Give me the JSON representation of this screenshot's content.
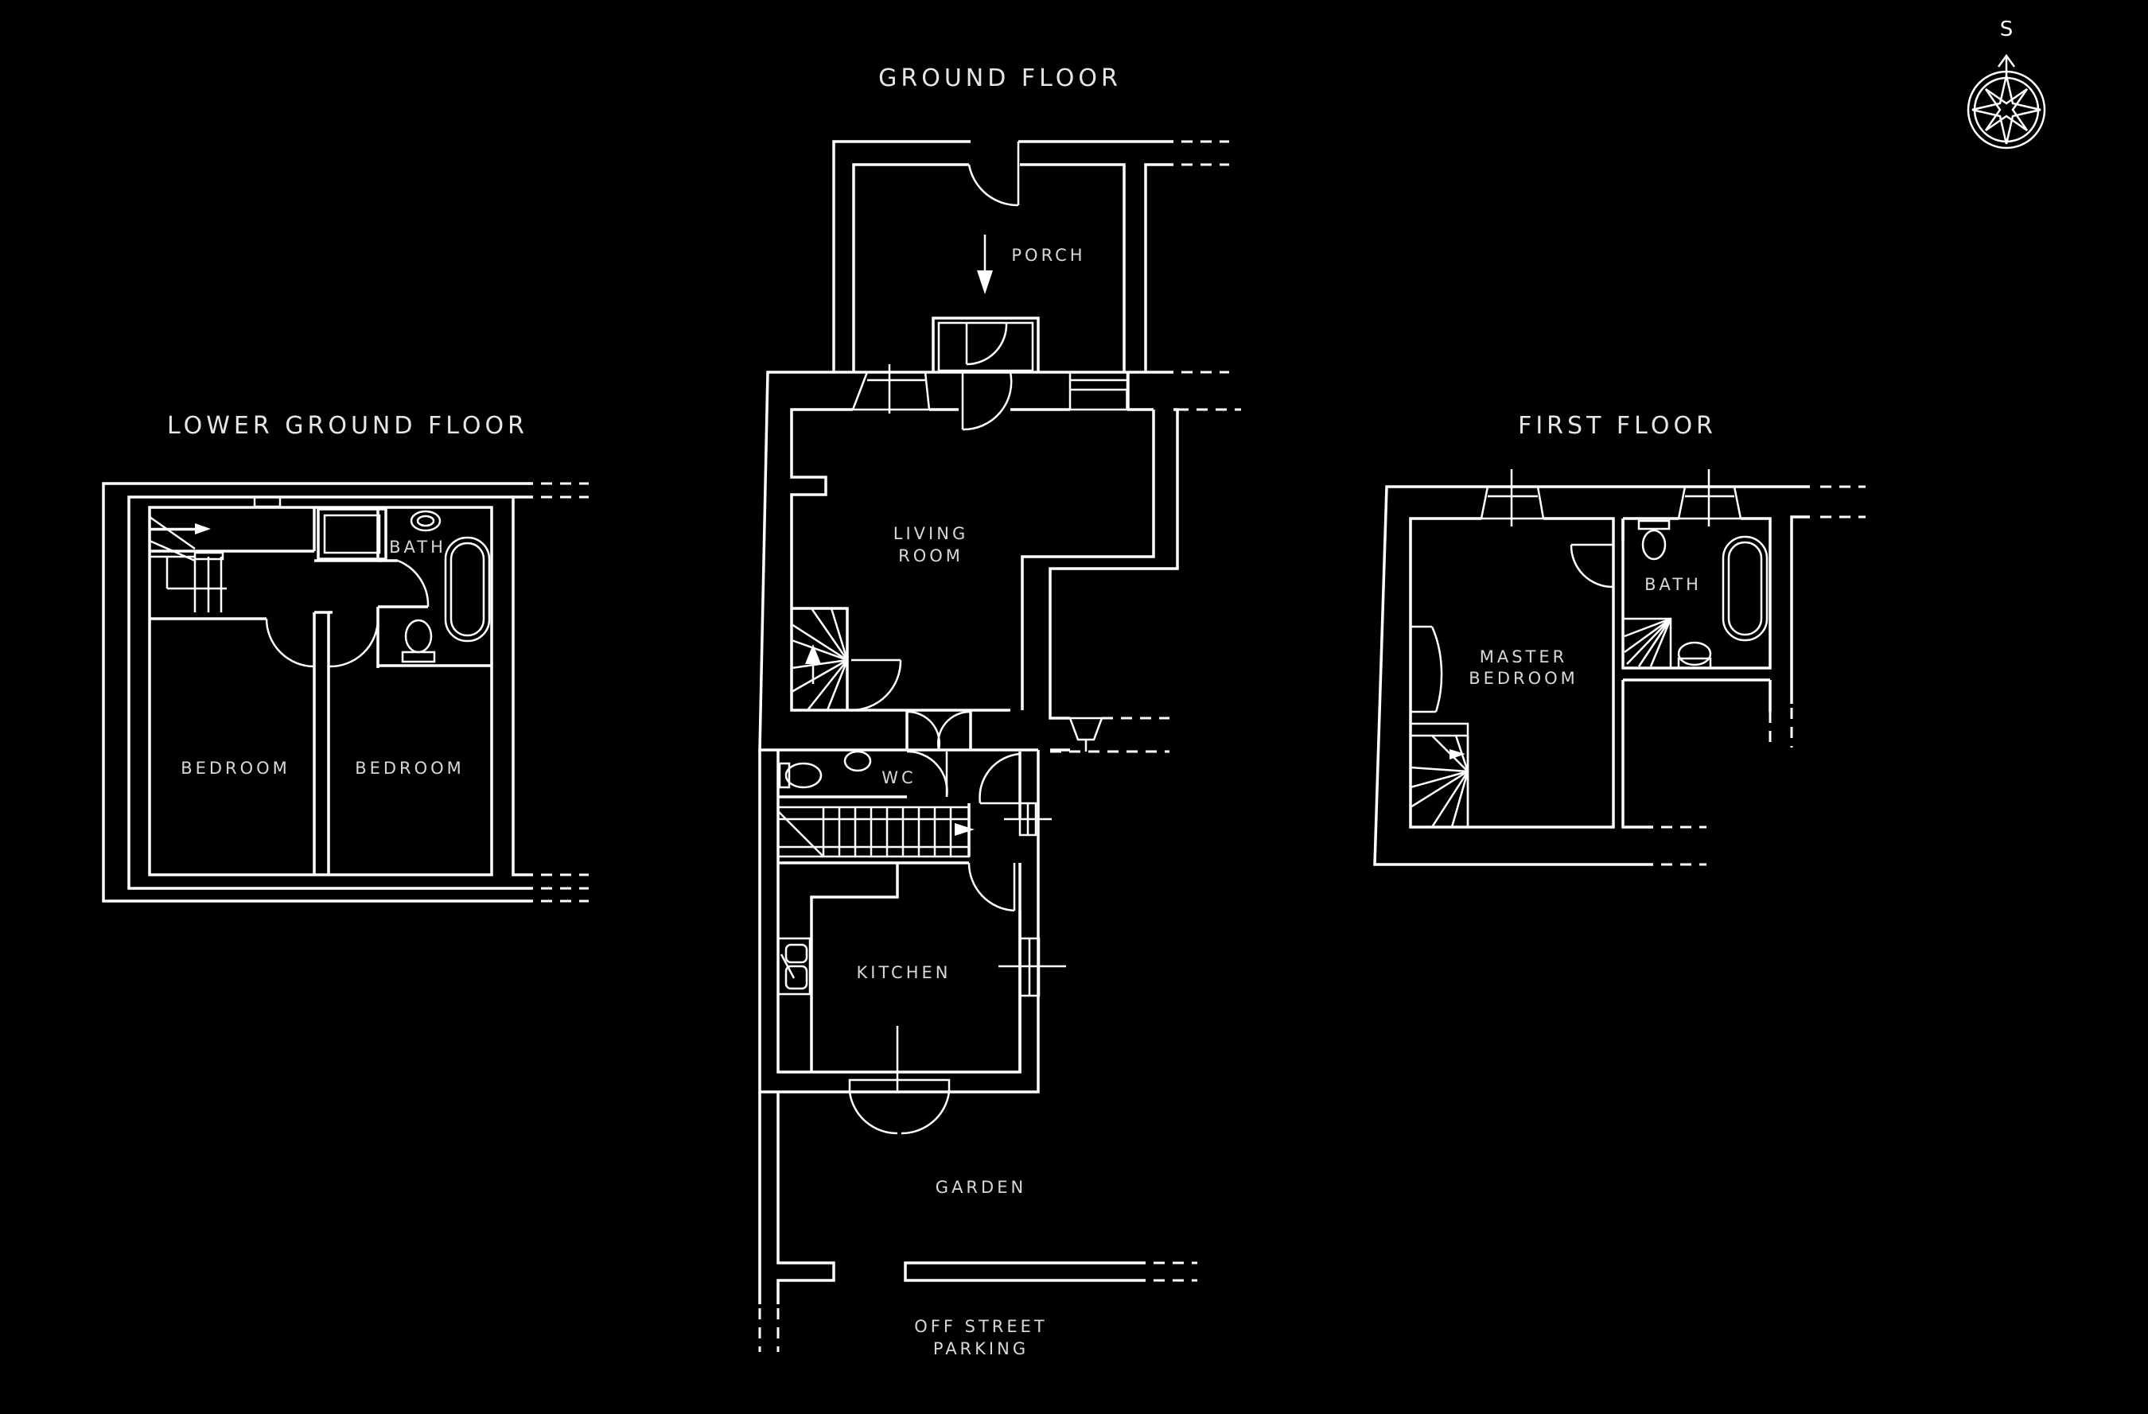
{
  "titles": {
    "lower_ground": "LOWER GROUND FLOOR",
    "ground": "GROUND FLOOR",
    "first": "FIRST FLOOR"
  },
  "compass": {
    "label": "S"
  },
  "rooms": {
    "porch": "PORCH",
    "living_1": "LIVING",
    "living_2": "ROOM",
    "wc": "WC",
    "kitchen": "KITCHEN",
    "garden": "GARDEN",
    "parking_1": "OFF STREET",
    "parking_2": "PARKING",
    "lg_bath": "BATH",
    "lg_bedroom_1": "BEDROOM",
    "lg_bedroom_2": "BEDROOM",
    "ff_master_1": "MASTER",
    "ff_master_2": "BEDROOM",
    "ff_bath": "BATH"
  }
}
